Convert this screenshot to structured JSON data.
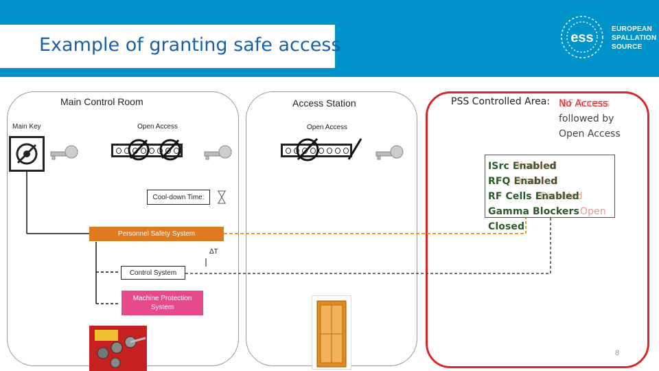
{
  "header": {
    "title": "Example of granting safe access",
    "logo_lines": [
      "EUROPEAN",
      "SPALLATION",
      "SOURCE"
    ],
    "logo_mark": "ess",
    "color": "#0094ca"
  },
  "main_control_room": {
    "title": "Main Control Room",
    "main_key_label": "Main Key",
    "open_access_label": "Open Access",
    "cooldown_label": "Cool-down Time:"
  },
  "access_station": {
    "title": "Access Station",
    "open_access_label": "Open Access"
  },
  "pss_area": {
    "label": "PSS Controlled Area:",
    "status_lines": [
      "No Access",
      "followed by",
      "Open Access"
    ],
    "status_overlay": "RF Access",
    "status_items": [
      {
        "name": "ISrc",
        "state": "Enabled",
        "overlay": "Disabled"
      },
      {
        "name": "RFQ",
        "state": "Enabled",
        "overlay": "Disabled"
      },
      {
        "name": "RF Cells",
        "state": "Enabled",
        "overlay": "Disabled"
      },
      {
        "name": "Gamma Blockers",
        "state": "Closed",
        "overlay": "Open"
      }
    ],
    "border_color": "#d62828"
  },
  "systems": {
    "pss": "Personnel Safety System",
    "delta_t": "ΔT",
    "control": "Control System",
    "mps": "Machine Protection System"
  },
  "page_number": "8"
}
